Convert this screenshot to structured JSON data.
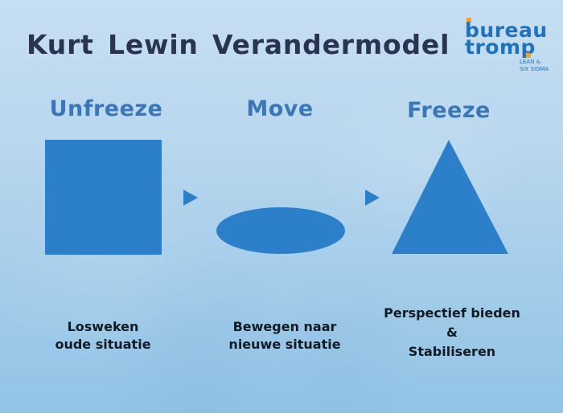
{
  "title": "Kurt Lewin Verandermodel",
  "logo": {
    "line1": "bureau",
    "line2": "tromp",
    "tagline1": "LEAN &",
    "tagline2": "SIX SIGMA",
    "brand_color": "#1f72bd",
    "accent_color": "#f2a12a"
  },
  "stages": [
    {
      "label": "Unfreeze",
      "shape": "square",
      "description_lines": [
        "Losweken",
        "oude situatie"
      ]
    },
    {
      "label": "Move",
      "shape": "ellipse",
      "description_lines": [
        "Bewegen naar",
        "nieuwe situatie"
      ]
    },
    {
      "label": "Freeze",
      "shape": "triangle",
      "description_lines": [
        "Perspectief bieden",
        "&",
        "Stabiliseren"
      ]
    }
  ],
  "connectors": [
    "arrow-right",
    "arrow-right"
  ],
  "colors": {
    "shape_fill": "#2b80c9",
    "stage_label": "#3a77b8",
    "title": "#2a3352",
    "description": "#141a22",
    "background_top": "#c6def1",
    "background_bottom": "#92c4e6"
  }
}
